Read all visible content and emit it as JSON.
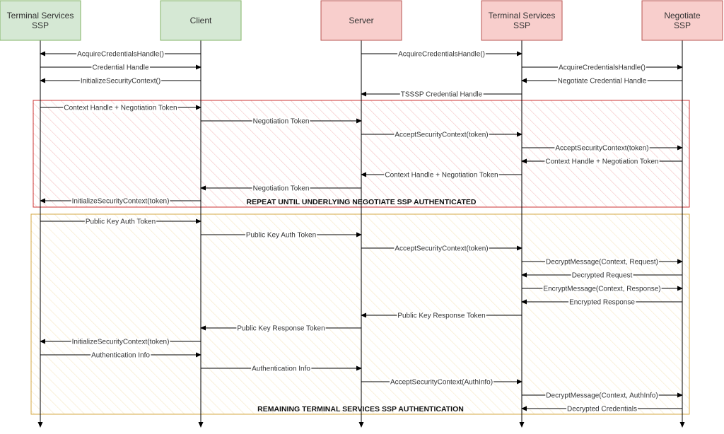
{
  "colors": {
    "client_actor_fill": "#d5e8d4",
    "client_actor_stroke": "#82b366",
    "server_actor_fill": "#f8cecc",
    "server_actor_stroke": "#b85450",
    "line": "#000000",
    "repeat_region_stroke": "#cc3333",
    "repeat_region_hatch": "#f2b8b8",
    "remaining_region_stroke": "#d6a844",
    "remaining_region_hatch": "#f4e3b8"
  },
  "actors": [
    {
      "id": "ts1",
      "lines": [
        "Terminal Services",
        "SSP"
      ],
      "group": "client"
    },
    {
      "id": "client",
      "lines": [
        "Client"
      ],
      "group": "client"
    },
    {
      "id": "server",
      "lines": [
        "Server"
      ],
      "group": "server"
    },
    {
      "id": "ts2",
      "lines": [
        "Terminal Services",
        "SSP"
      ],
      "group": "server"
    },
    {
      "id": "neg",
      "lines": [
        "Negotiate",
        "SSP"
      ],
      "group": "server"
    }
  ],
  "regions": [
    {
      "id": "repeat",
      "label": "REPEAT UNTIL UNDERLYING NEGOTIATE SSP AUTHENTICATED"
    },
    {
      "id": "remaining",
      "label": "REMAINING TERMINAL SERVICES SSP AUTHENTICATION"
    }
  ],
  "messages": [
    {
      "from": "client",
      "to": "ts1",
      "label": "AcquireCredentialsHandle()"
    },
    {
      "from": "ts1",
      "to": "client",
      "label": "Credential Handle"
    },
    {
      "from": "client",
      "to": "ts1",
      "label": "InitializeSecurityContext()"
    },
    {
      "from": "ts1",
      "to": "client",
      "label": "Context Handle + Negotiation Token"
    },
    {
      "from": "client",
      "to": "server",
      "label": "Negotiation Token"
    },
    {
      "from": "client",
      "to": "ts1",
      "label": "InitializeSecurityContext(token)"
    },
    {
      "from": "ts1",
      "to": "client",
      "label": "Public Key Auth Token"
    },
    {
      "from": "client",
      "to": "server",
      "label": "Public Key Auth Token"
    },
    {
      "from": "server",
      "to": "client",
      "label": "Public Key Response Token"
    },
    {
      "from": "client",
      "to": "ts1",
      "label": "InitializeSecurityContext(token)"
    },
    {
      "from": "ts1",
      "to": "client",
      "label": "Authentication Info"
    },
    {
      "from": "client",
      "to": "server",
      "label": "Authentication Info"
    },
    {
      "from": "server",
      "to": "ts2",
      "label": "AcquireCredentialsHandle()"
    },
    {
      "from": "ts2",
      "to": "neg",
      "label": "AcquireCredentialsHandle()"
    },
    {
      "from": "neg",
      "to": "ts2",
      "label": "Negotiate Credential Handle"
    },
    {
      "from": "ts2",
      "to": "server",
      "label": "TSSSP Credential Handle"
    },
    {
      "from": "server",
      "to": "ts2",
      "label": "AcceptSecurityContext(token)"
    },
    {
      "from": "ts2",
      "to": "neg",
      "label": "AcceptSecurityContext(token)"
    },
    {
      "from": "neg",
      "to": "ts2",
      "label": "Context Handle + Negotiation Token"
    },
    {
      "from": "ts2",
      "to": "server",
      "label": "Context Handle + Negotiation Token"
    },
    {
      "from": "server",
      "to": "client",
      "label": "Negotiation Token"
    },
    {
      "from": "server",
      "to": "ts2",
      "label": "AcceptSecurityContext(token)"
    },
    {
      "from": "ts2",
      "to": "neg",
      "label": "DecryptMessage(Context, Request)"
    },
    {
      "from": "neg",
      "to": "ts2",
      "label": "Decrypted Request"
    },
    {
      "from": "ts2",
      "to": "neg",
      "label": "EncryptMessage(Context, Response)"
    },
    {
      "from": "neg",
      "to": "ts2",
      "label": "Encrypted Response"
    },
    {
      "from": "ts2",
      "to": "server",
      "label": "Public Key Response Token"
    },
    {
      "from": "server",
      "to": "ts2",
      "label": "AcceptSecurityContext(AuthInfo)"
    },
    {
      "from": "ts2",
      "to": "neg",
      "label": "DecryptMessage(Context, AuthInfo)"
    },
    {
      "from": "neg",
      "to": "ts2",
      "label": "Decrypted Credentials"
    }
  ]
}
